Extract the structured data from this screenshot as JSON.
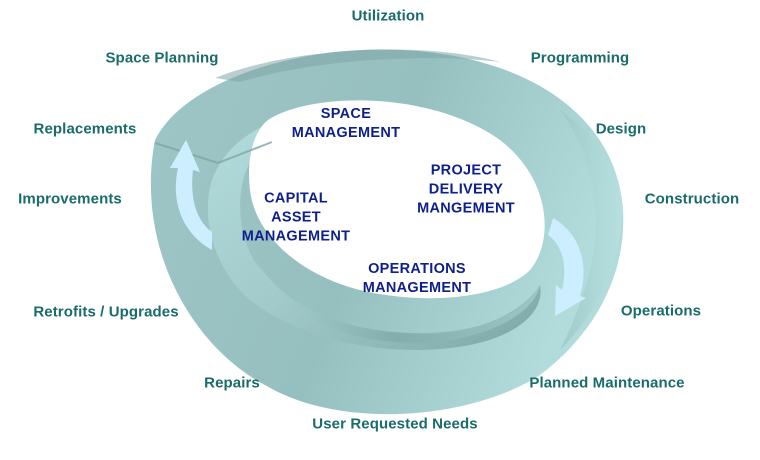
{
  "diagram": {
    "type": "cycle-ring",
    "colors": {
      "outer_label": "#1a6b6b",
      "inner_label": "#0d1f8c",
      "ring_main": "#9cc4c4",
      "ring_light": "#b5dede",
      "ring_dark": "#7fa9a9",
      "arrow": "#cceeff"
    },
    "outer_labels": [
      {
        "id": "utilization",
        "text": "Utilization"
      },
      {
        "id": "programming",
        "text": "Programming"
      },
      {
        "id": "design",
        "text": "Design"
      },
      {
        "id": "construction",
        "text": "Construction"
      },
      {
        "id": "operations",
        "text": "Operations"
      },
      {
        "id": "planned-maintenance",
        "text": "Planned Maintenance"
      },
      {
        "id": "user-requested-needs",
        "text": "User Requested Needs"
      },
      {
        "id": "repairs",
        "text": "Repairs"
      },
      {
        "id": "retrofits-upgrades",
        "text": "Retrofits / Upgrades"
      },
      {
        "id": "improvements",
        "text": "Improvements"
      },
      {
        "id": "replacements",
        "text": "Replacements"
      },
      {
        "id": "space-planning",
        "text": "Space Planning"
      }
    ],
    "inner_labels": {
      "space_management": [
        "SPACE",
        "MANAGEMENT"
      ],
      "project_delivery": [
        "PROJECT",
        "DELIVERY",
        "MANGEMENT"
      ],
      "capital_asset": [
        "CAPITAL",
        "ASSET",
        "MANAGEMENT"
      ],
      "operations_management": [
        "OPERATIONS",
        "MANAGEMENT"
      ]
    },
    "icons": {
      "left_arrow": "curved-arrow-up-icon",
      "right_arrow": "curved-arrow-down-icon"
    }
  }
}
